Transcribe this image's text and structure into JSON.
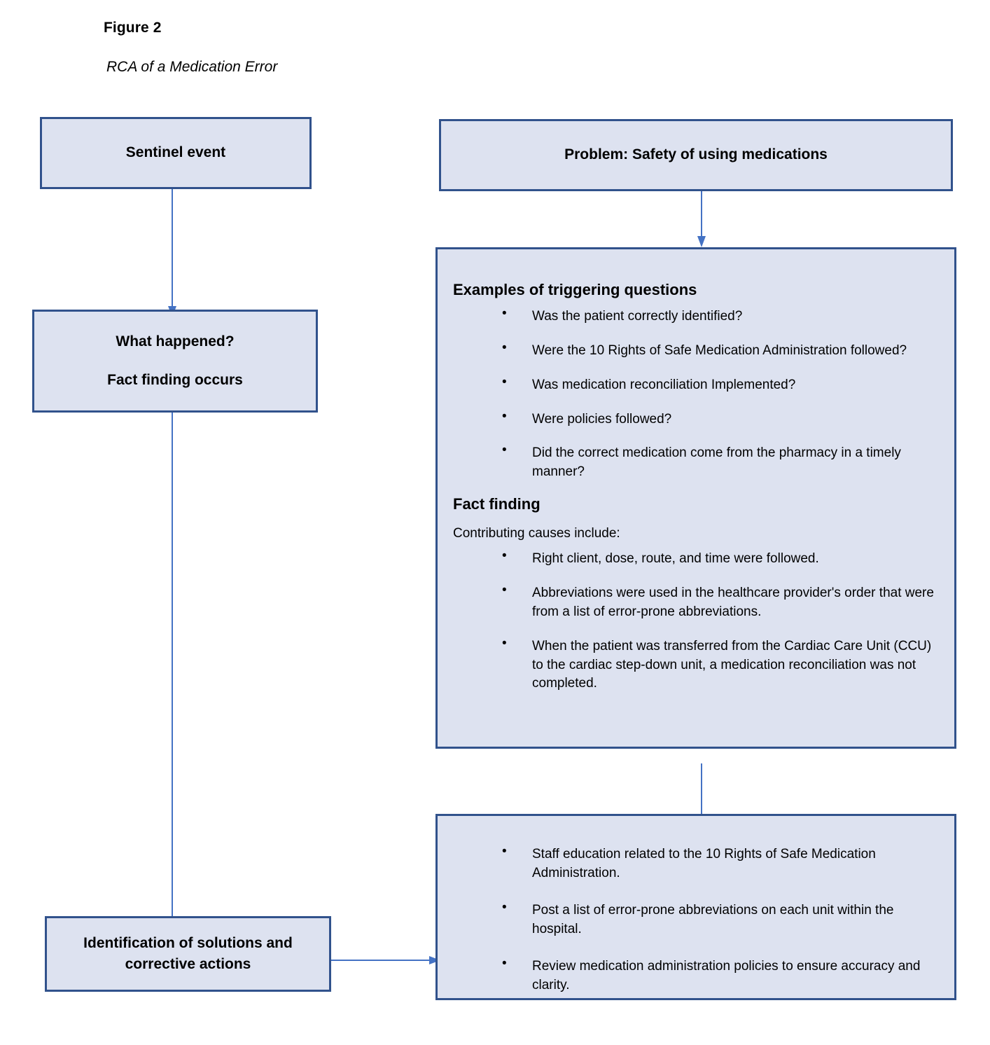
{
  "figure": {
    "label": "Figure 2",
    "subtitle": "RCA of a Medication Error"
  },
  "colors": {
    "box_fill": "#dde2f0",
    "box_border": "#31528c",
    "arrow": "#4472c4",
    "text": "#000000",
    "page_background": "#ffffff"
  },
  "left_column": {
    "sentinel": {
      "title": "Sentinel event"
    },
    "what_happened": {
      "line1": "What happened?",
      "line2": "Fact finding occurs"
    },
    "identification": {
      "line1": "Identification of solutions and",
      "line2": "corrective actions"
    }
  },
  "right_column": {
    "problem": {
      "title": "Problem: Safety of using medications"
    },
    "details": {
      "questions_heading": "Examples of triggering questions",
      "questions": [
        "Was the patient correctly identified?",
        "Were the 10 Rights of Safe Medication Administration followed?",
        "Was medication reconciliation Implemented?",
        "Were policies followed?",
        "Did the correct medication come from the pharmacy in a timely manner?"
      ],
      "fact_finding_heading": "Fact finding",
      "fact_finding_lead": "Contributing causes include:",
      "contributing_causes": [
        "Right client, dose, route, and time were followed.",
        "Abbreviations were used in the healthcare provider's order that were from a list of error-prone abbreviations.",
        "When the patient was transferred from the Cardiac Care Unit (CCU) to the cardiac step-down unit, a medication reconciliation was not completed."
      ]
    },
    "actions": {
      "items": [
        "Staff education related to the 10 Rights of Safe Medication Administration.",
        "Post a list of error-prone abbreviations on each unit within the hospital.",
        "Review medication administration policies to ensure accuracy and clarity."
      ]
    }
  },
  "connectors": [
    {
      "name": "sentinel-to-what-happened",
      "direction": "down"
    },
    {
      "name": "what-happened-to-identification",
      "direction": "down"
    },
    {
      "name": "identification-to-actions",
      "direction": "right"
    },
    {
      "name": "problem-to-details",
      "direction": "down"
    },
    {
      "name": "details-to-actions",
      "direction": "down"
    }
  ]
}
